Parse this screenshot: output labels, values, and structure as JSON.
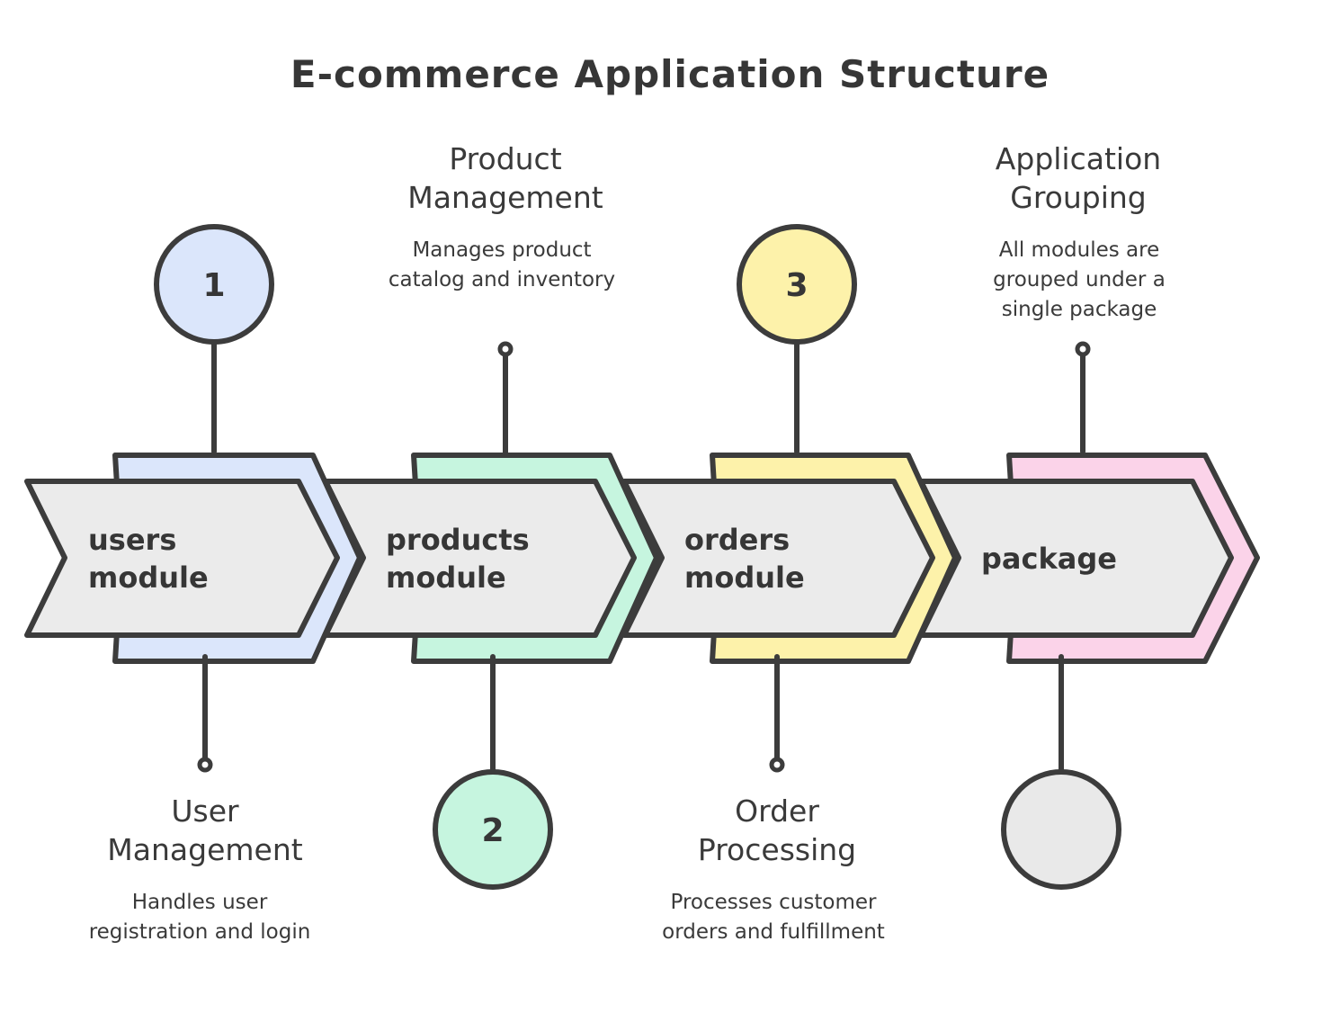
{
  "title": "E-commerce Application Structure",
  "colors": {
    "users": "#dbe6fb",
    "products": "#c6f5df",
    "orders": "#fdf2aa",
    "package": "#fbd3e9",
    "arrow_fill": "#ebebeb",
    "stroke": "#3c3c3c",
    "final_circle": "#e9e9e9"
  },
  "stages": [
    {
      "label_line1": "users",
      "label_line2": "module",
      "number": "1",
      "title_line1": "User",
      "title_line2": "Management",
      "description": "Handles user registration and login"
    },
    {
      "label_line1": "products",
      "label_line2": "module",
      "number": "2",
      "title_line1": "Product",
      "title_line2": "Management",
      "description": "Manages product catalog and inventory"
    },
    {
      "label_line1": "orders",
      "label_line2": "module",
      "number": "3",
      "title_line1": "Order",
      "title_line2": "Processing",
      "description": "Processes customer orders and fulfillment"
    },
    {
      "label_line1": "package",
      "label_line2": "",
      "number": "",
      "title_line1": "Application",
      "title_line2": "Grouping",
      "description": "All modules are grouped under a single package"
    }
  ]
}
